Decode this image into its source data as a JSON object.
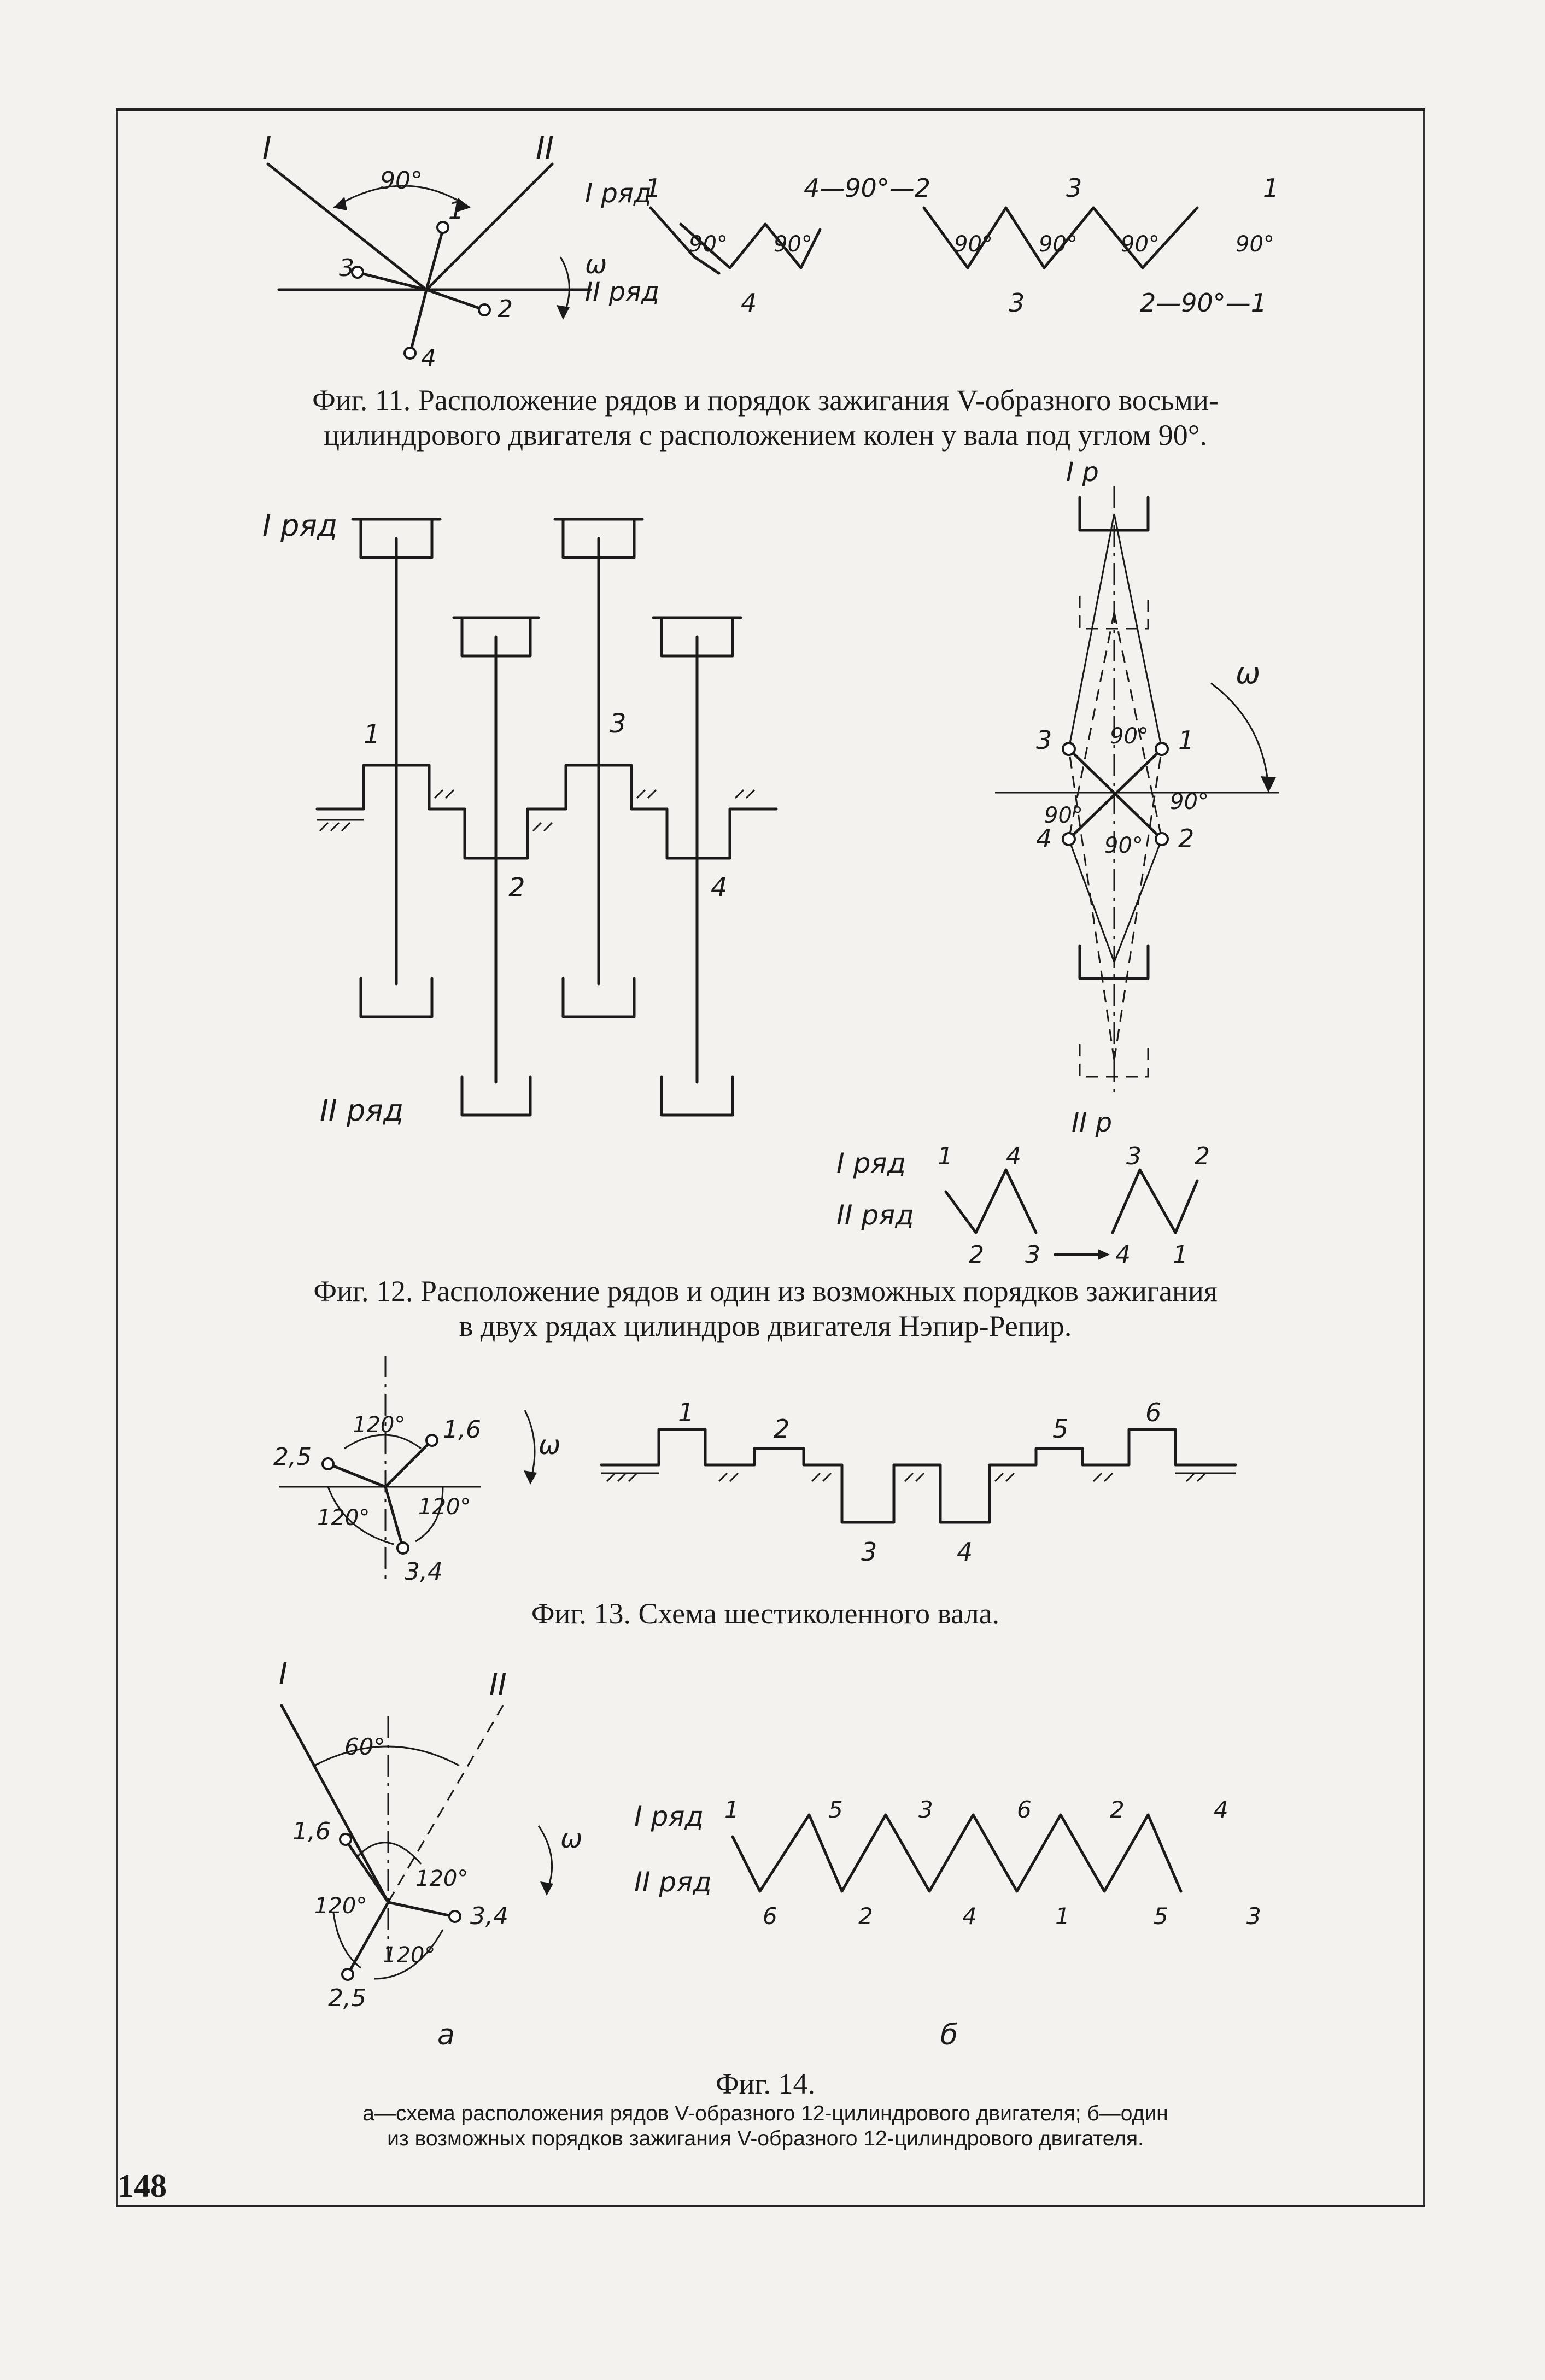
{
  "page": {
    "number": "148"
  },
  "fig11": {
    "caption_line1": "Фиг. 11. Расположение рядов и порядок зажигания V-образного восьми-",
    "caption_line2": "цилиндрового двигателя с расположением колен у вала под углом 90°.",
    "row_I": "I",
    "row_II": "II",
    "angle": "90°",
    "omega": "ω",
    "cranks": [
      "1",
      "2",
      "3",
      "4"
    ],
    "row1_label": "I ряд",
    "row2_label": "II ряд",
    "seq_top": [
      "1",
      "4—90°—2",
      "3",
      "1"
    ],
    "seq_bottom": [
      "4",
      "3",
      "2—90°—1"
    ],
    "seq_angles": [
      "90°",
      "90°",
      "90°",
      "90°",
      "90°",
      "90°"
    ]
  },
  "fig12": {
    "caption_line1": "Фиг. 12. Расположение рядов и один из возможных порядков зажигания",
    "caption_line2": "в двух рядах цилиндров двигателя Нэпир-Репир.",
    "row1_label": "I ряд",
    "row2_label": "II ряд",
    "crank_labels": [
      "1",
      "2",
      "3",
      "4"
    ],
    "side_top": "I р",
    "side_bottom": "II р",
    "omega": "ω",
    "angle": "90°",
    "side_cranks": [
      "3",
      "1",
      "4",
      "2"
    ],
    "order_row1": "I ряд",
    "order_row2": "II ряд",
    "order_top": [
      "1",
      "4",
      "3",
      "2"
    ],
    "order_bottom": [
      "2",
      "3",
      "4",
      "1"
    ]
  },
  "fig13": {
    "caption": "Фиг. 13. Схема шестиколенного вала.",
    "cranks_star": [
      "2,5",
      "1,6",
      "3,4"
    ],
    "angle": "120°",
    "omega": "ω",
    "shaft_top": [
      "1",
      "2",
      "5",
      "6"
    ],
    "shaft_bottom": [
      "3",
      "4"
    ]
  },
  "fig14": {
    "caption_title": "Фиг. 14.",
    "caption_line1": "а—схема расположения рядов V-образного 12-цилиндрового двигателя; б—один",
    "caption_line2": "из возможных порядков зажигания V-образного 12-цилиндрового двигателя.",
    "row_I": "I",
    "row_II": "II",
    "angle60": "60°",
    "angle120": "120°",
    "cranks": [
      "1,6",
      "3,4",
      "2,5"
    ],
    "omega": "ω",
    "label_a": "а",
    "label_b": "б",
    "row1_label": "I ряд",
    "row2_label": "II ряд",
    "order_top": [
      "1",
      "5",
      "3",
      "6",
      "2",
      "4"
    ],
    "order_bottom": [
      "6",
      "2",
      "4",
      "1",
      "5",
      "3"
    ]
  }
}
